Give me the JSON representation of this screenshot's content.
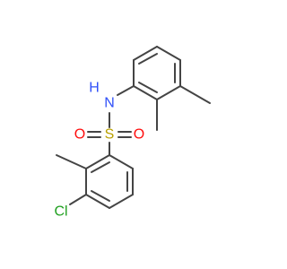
{
  "molecule": {
    "atoms": {
      "nitrogen": "N",
      "hydrogen": "H",
      "sulfur": "S",
      "oxygen_left": "O",
      "oxygen_right": "O",
      "chlorine": "Cl"
    },
    "colors": {
      "bond": "#444444",
      "nitrogen": "#3050F8",
      "sulfur": "#B8A000",
      "oxygen": "#FF0D0D",
      "chlorine": "#1FA01F"
    }
  }
}
